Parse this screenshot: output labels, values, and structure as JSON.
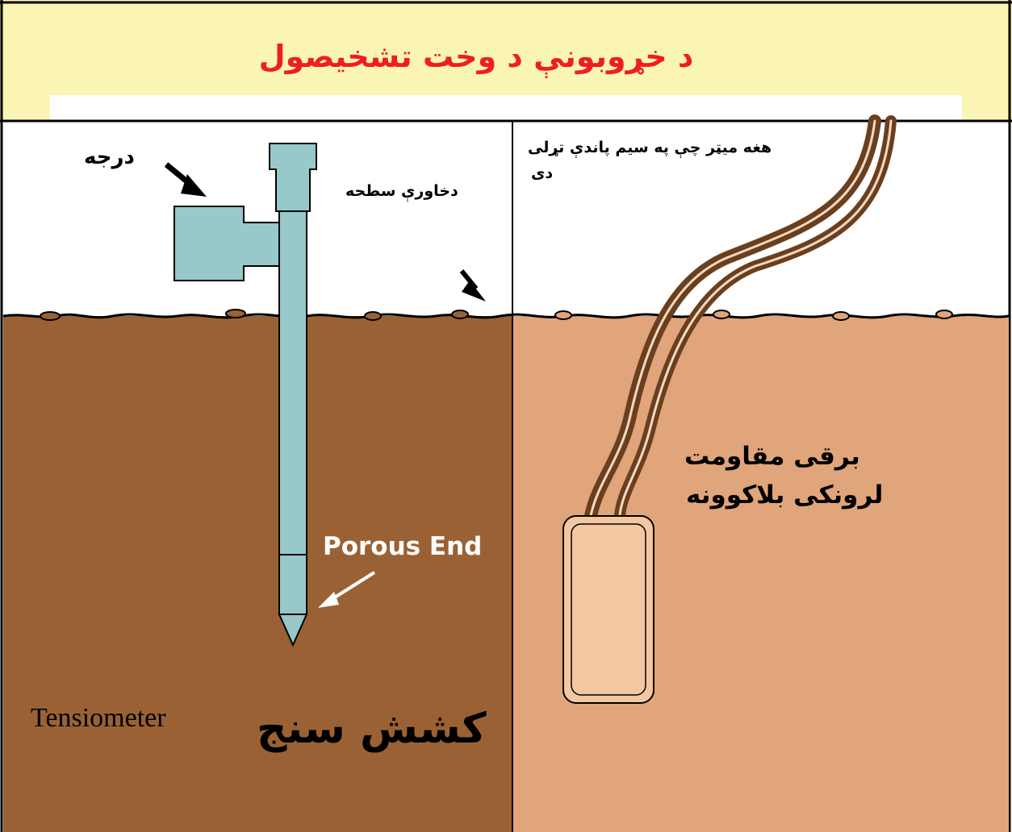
{
  "colors": {
    "title_band": "#fbf5b5",
    "title_text": "#ee1d24",
    "soil_left": "#9a6234",
    "soil_right": "#e0a57a",
    "instrument": "#98c8c9",
    "wire": "#6b3f1d",
    "block": "#f3c7a1",
    "outline": "#000000"
  },
  "title": "د خړوبونې د وخت تشخيصول",
  "labels": {
    "gauge": "درجه",
    "soil_surface": "دخاورې سطحه",
    "meter_line1": "هغه میټر چې په سیم پاندې تړلی",
    "meter_line2": "دی",
    "block_line1": "برقی مقاومت",
    "block_line2": "لرونکی بلاکوونه",
    "porous_end": "Porous End",
    "tensiometer_en": "Tensiometer",
    "tensiometer_fa": "کشش سنج"
  },
  "icons": {
    "arrows": [
      "arrow-to-gauge-icon",
      "arrow-to-surface-icon",
      "arrow-to-porous-end-icon"
    ]
  }
}
